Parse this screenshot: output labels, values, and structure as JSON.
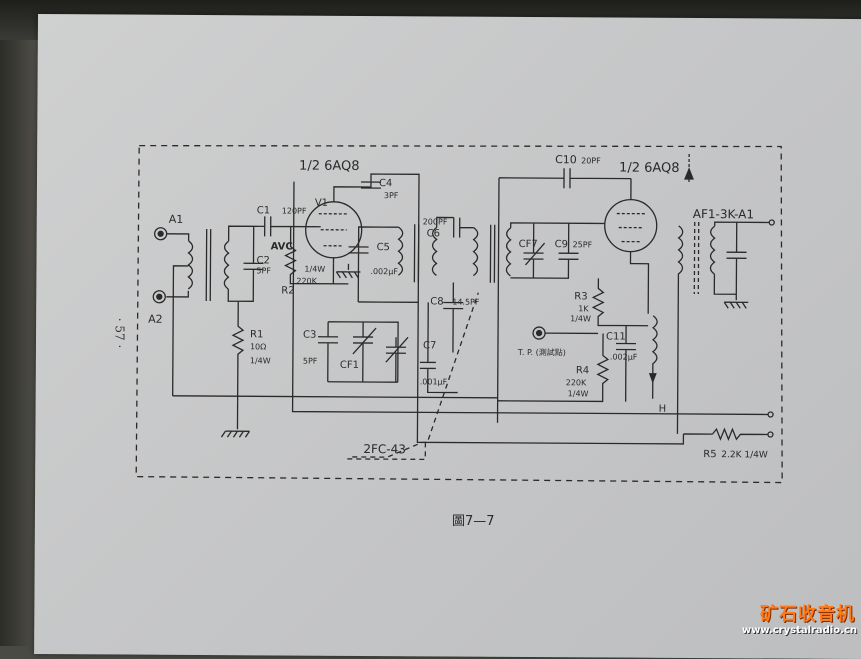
{
  "page": {
    "number": "· 57 ·",
    "caption": "圖7—7"
  },
  "labels": {
    "tube1": "1/2 6AQ8",
    "tube2": "1/2 6AQ8",
    "v1": "V1",
    "a1": "A1",
    "a2": "A2",
    "c1": "C1",
    "c1_val": "120PF",
    "c2": "C2",
    "c2_val": "5PF",
    "avc": "AVC",
    "c3": "C3",
    "c3_val": "5PF",
    "c4": "C4",
    "c4_val": "3PF",
    "c5": "C5",
    "c5_val": ".002μF",
    "c6": "C6",
    "c6_val": "200PF",
    "c7": "C7",
    "c7_val": ".001μF",
    "c8": "C8",
    "c8_val": "14.5PF",
    "c9": "C9",
    "c9_val": "25PF",
    "c10": "C10",
    "c10_val": "20PF",
    "c11": "C11",
    "c11_val": ".002μF",
    "cf1": "CF1",
    "cf7": "CF7",
    "r1": "R1",
    "r1_val": "10Ω",
    "r1_w": "1/4W",
    "r2": "R2",
    "r2_w": "1/4W",
    "r2_val": "220K",
    "r3": "R3",
    "r3_val": "1K",
    "r3_w": "1/4W",
    "r4": "R4",
    "r4_val": "220K",
    "r4_w": "1/4W",
    "r5": "R5",
    "r5_val": "2.2K 1/4W",
    "tp": "T. P. (測試點)",
    "h": "H",
    "gang": "2FC-43",
    "af": "AF1-3K-A1"
  },
  "watermark": {
    "title": "矿石收音机",
    "url": "www.crystalradio.cn"
  },
  "colors": {
    "ink": "#2a2a2a",
    "paper": "#c8c9ca",
    "brand": "#ff7a1a"
  }
}
